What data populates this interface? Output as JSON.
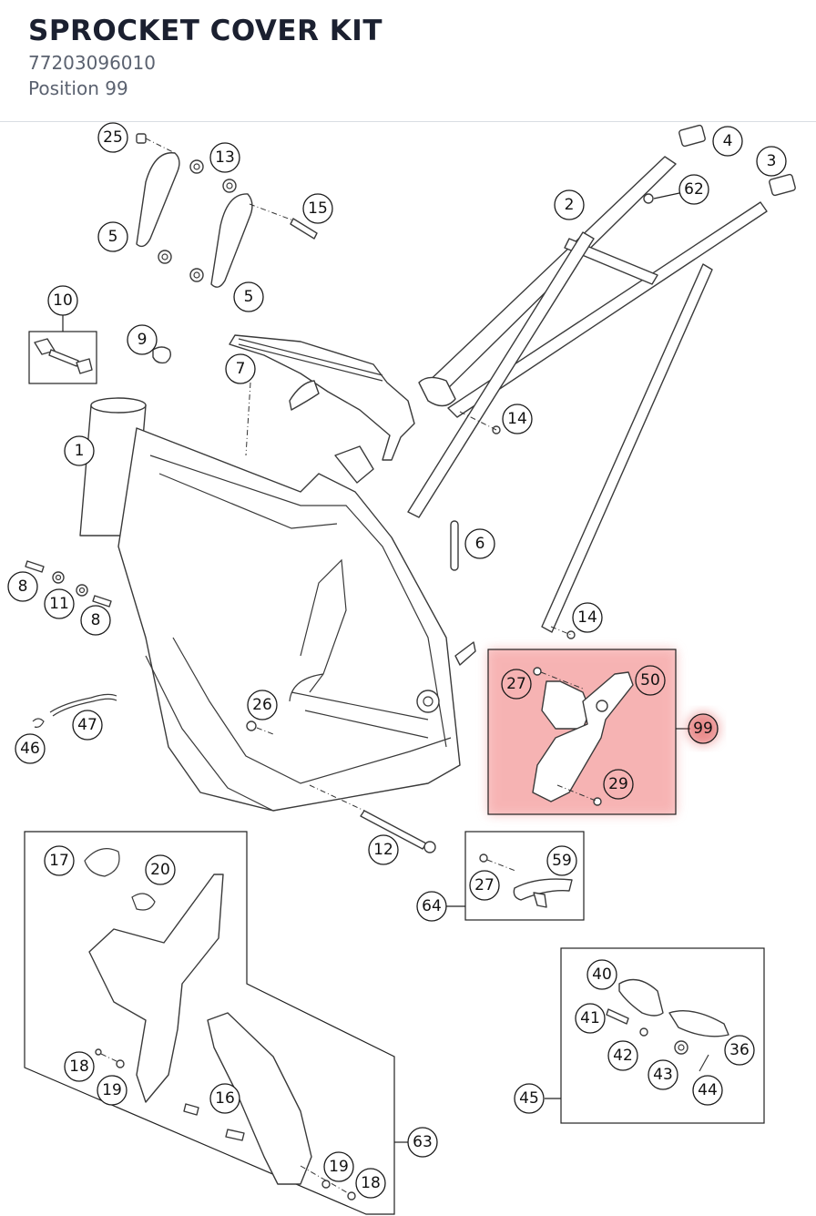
{
  "header": {
    "title": "SPROCKET COVER KIT",
    "part_number": "77203096010",
    "position": "Position 99"
  },
  "highlight": {
    "color": "#f28b8b",
    "label_color": "#e05555"
  },
  "callouts": {
    "c25": "25",
    "c13": "13",
    "c15": "15",
    "c5a": "5",
    "c5b": "5",
    "c4": "4",
    "c3": "3",
    "c62": "62",
    "c2": "2",
    "c10": "10",
    "c9": "9",
    "c7": "7",
    "c14a": "14",
    "c1": "1",
    "c6": "6",
    "c8a": "8",
    "c11": "11",
    "c8b": "8",
    "c14b": "14",
    "c27a": "27",
    "c50": "50",
    "c99": "99",
    "c29": "29",
    "c26": "26",
    "c47": "47",
    "c46": "46",
    "c12": "12",
    "c17": "17",
    "c20": "20",
    "c59": "59",
    "c27b": "27",
    "c64": "64",
    "c40": "40",
    "c41": "41",
    "c42": "42",
    "c36": "36",
    "c43": "43",
    "c44": "44",
    "c45": "45",
    "c18a": "18",
    "c19a": "19",
    "c16": "16",
    "c63": "63",
    "c19b": "19",
    "c18b": "18"
  }
}
